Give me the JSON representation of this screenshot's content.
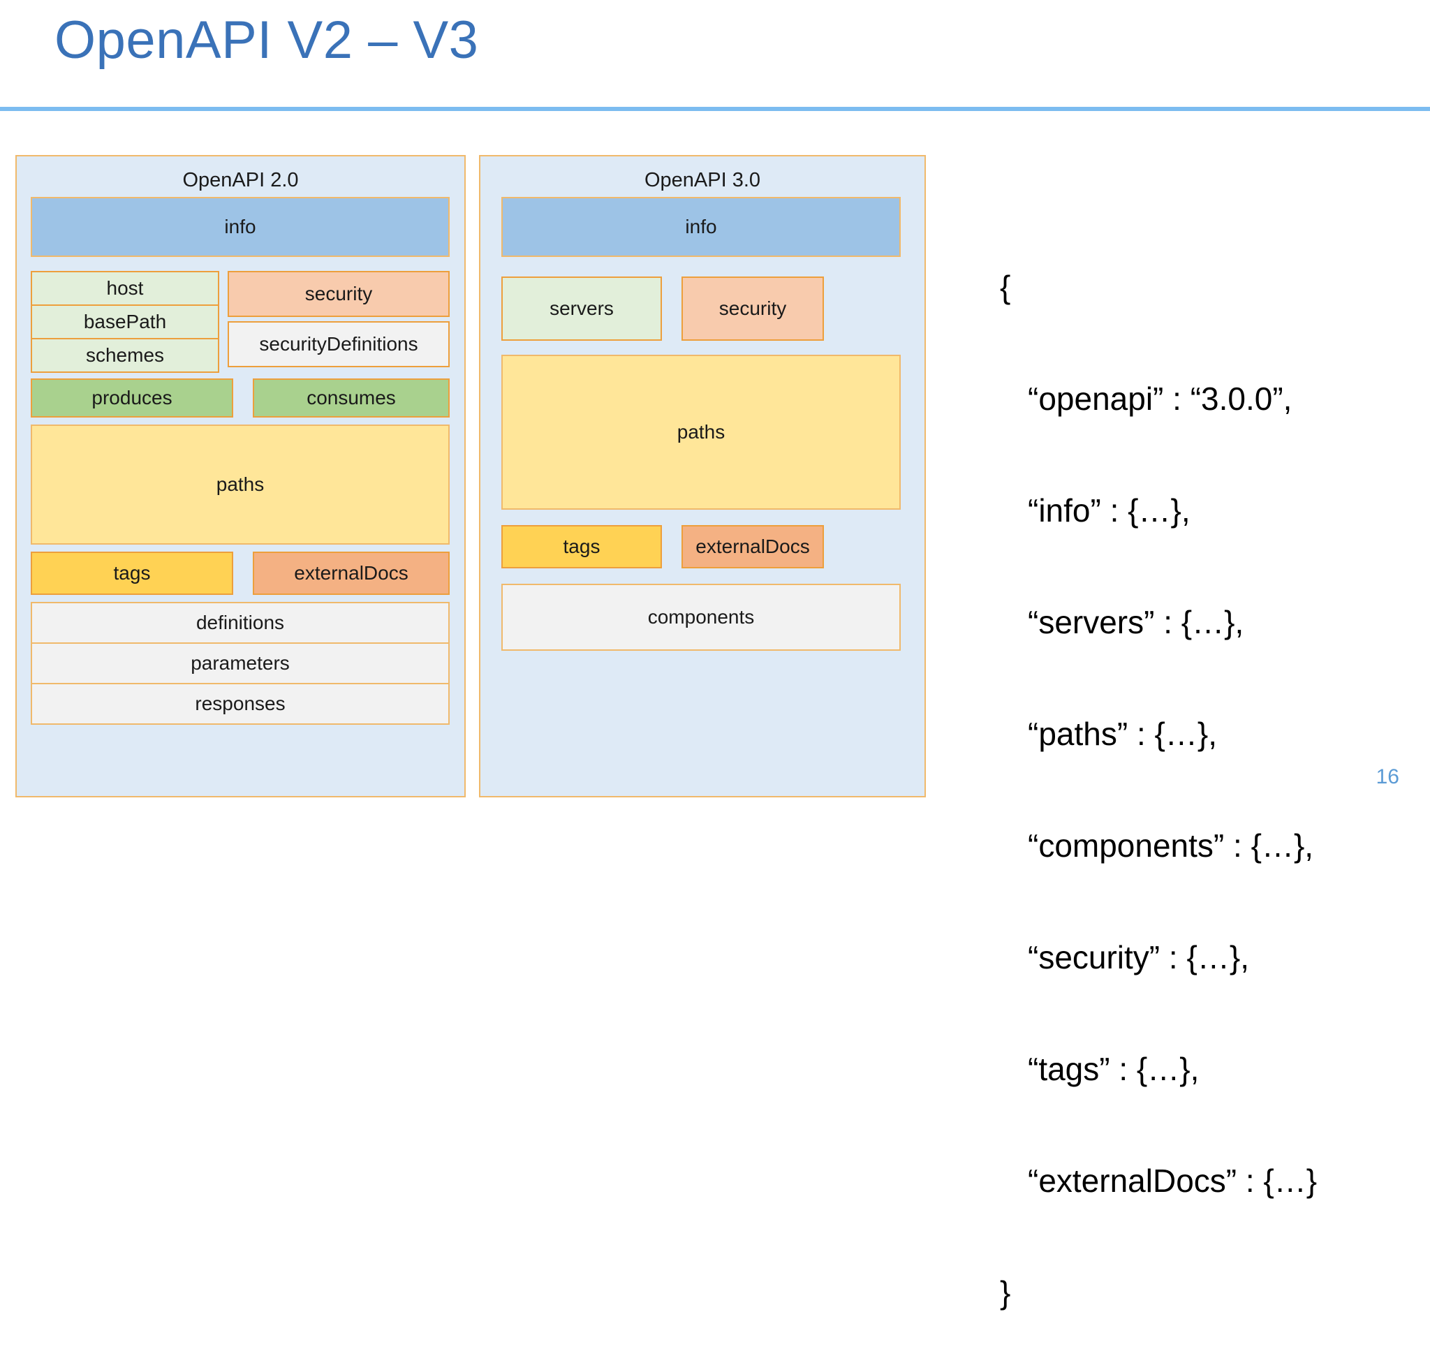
{
  "slide": {
    "title": "OpenAPI V2 – V3",
    "page_number": "16",
    "accent_color": "#3A72B8",
    "divider_color": "#7CBCF0",
    "page_number_color": "#5B9BD5"
  },
  "panels": [
    {
      "id": "openapi-2",
      "title": "OpenAPI 2.0",
      "background": "#DEEAF6",
      "border": "#F0B96B",
      "boxes": [
        {
          "label": "info",
          "color": "#9DC3E6"
        },
        {
          "label": "host",
          "color": "#E2EFDA"
        },
        {
          "label": "basePath",
          "color": "#E2EFDA"
        },
        {
          "label": "schemes",
          "color": "#E2EFDA"
        },
        {
          "label": "security",
          "color": "#F8CBAD"
        },
        {
          "label": "securityDefinitions",
          "color": "#F2F2F2"
        },
        {
          "label": "produces",
          "color": "#A9D18E"
        },
        {
          "label": "consumes",
          "color": "#A9D18E"
        },
        {
          "label": "paths",
          "color": "#FFE699"
        },
        {
          "label": "tags",
          "color": "#FFD254"
        },
        {
          "label": "externalDocs",
          "color": "#F4B183"
        },
        {
          "label": "definitions",
          "color": "#F2F2F2"
        },
        {
          "label": "parameters",
          "color": "#F2F2F2"
        },
        {
          "label": "responses",
          "color": "#F2F2F2"
        }
      ]
    },
    {
      "id": "openapi-3",
      "title": "OpenAPI 3.0",
      "background": "#DEEAF6",
      "border": "#F0B96B",
      "boxes": [
        {
          "label": "info",
          "color": "#9DC3E6"
        },
        {
          "label": "servers",
          "color": "#E2EFDA"
        },
        {
          "label": "security",
          "color": "#F8CBAD"
        },
        {
          "label": "paths",
          "color": "#FFE699"
        },
        {
          "label": "tags",
          "color": "#FFD254"
        },
        {
          "label": "externalDocs",
          "color": "#F4B183"
        },
        {
          "label": "components",
          "color": "#F2F2F2"
        }
      ]
    }
  ],
  "json_snippet": {
    "lines": [
      "{",
      "“openapi” : “3.0.0”,",
      "“info” : {…},",
      "“servers” : {…},",
      "“paths” : {…},",
      "“components” : {…},",
      "“security” : {…},",
      "“tags” : {…},",
      "“externalDocs” : {…}",
      "}"
    ]
  }
}
